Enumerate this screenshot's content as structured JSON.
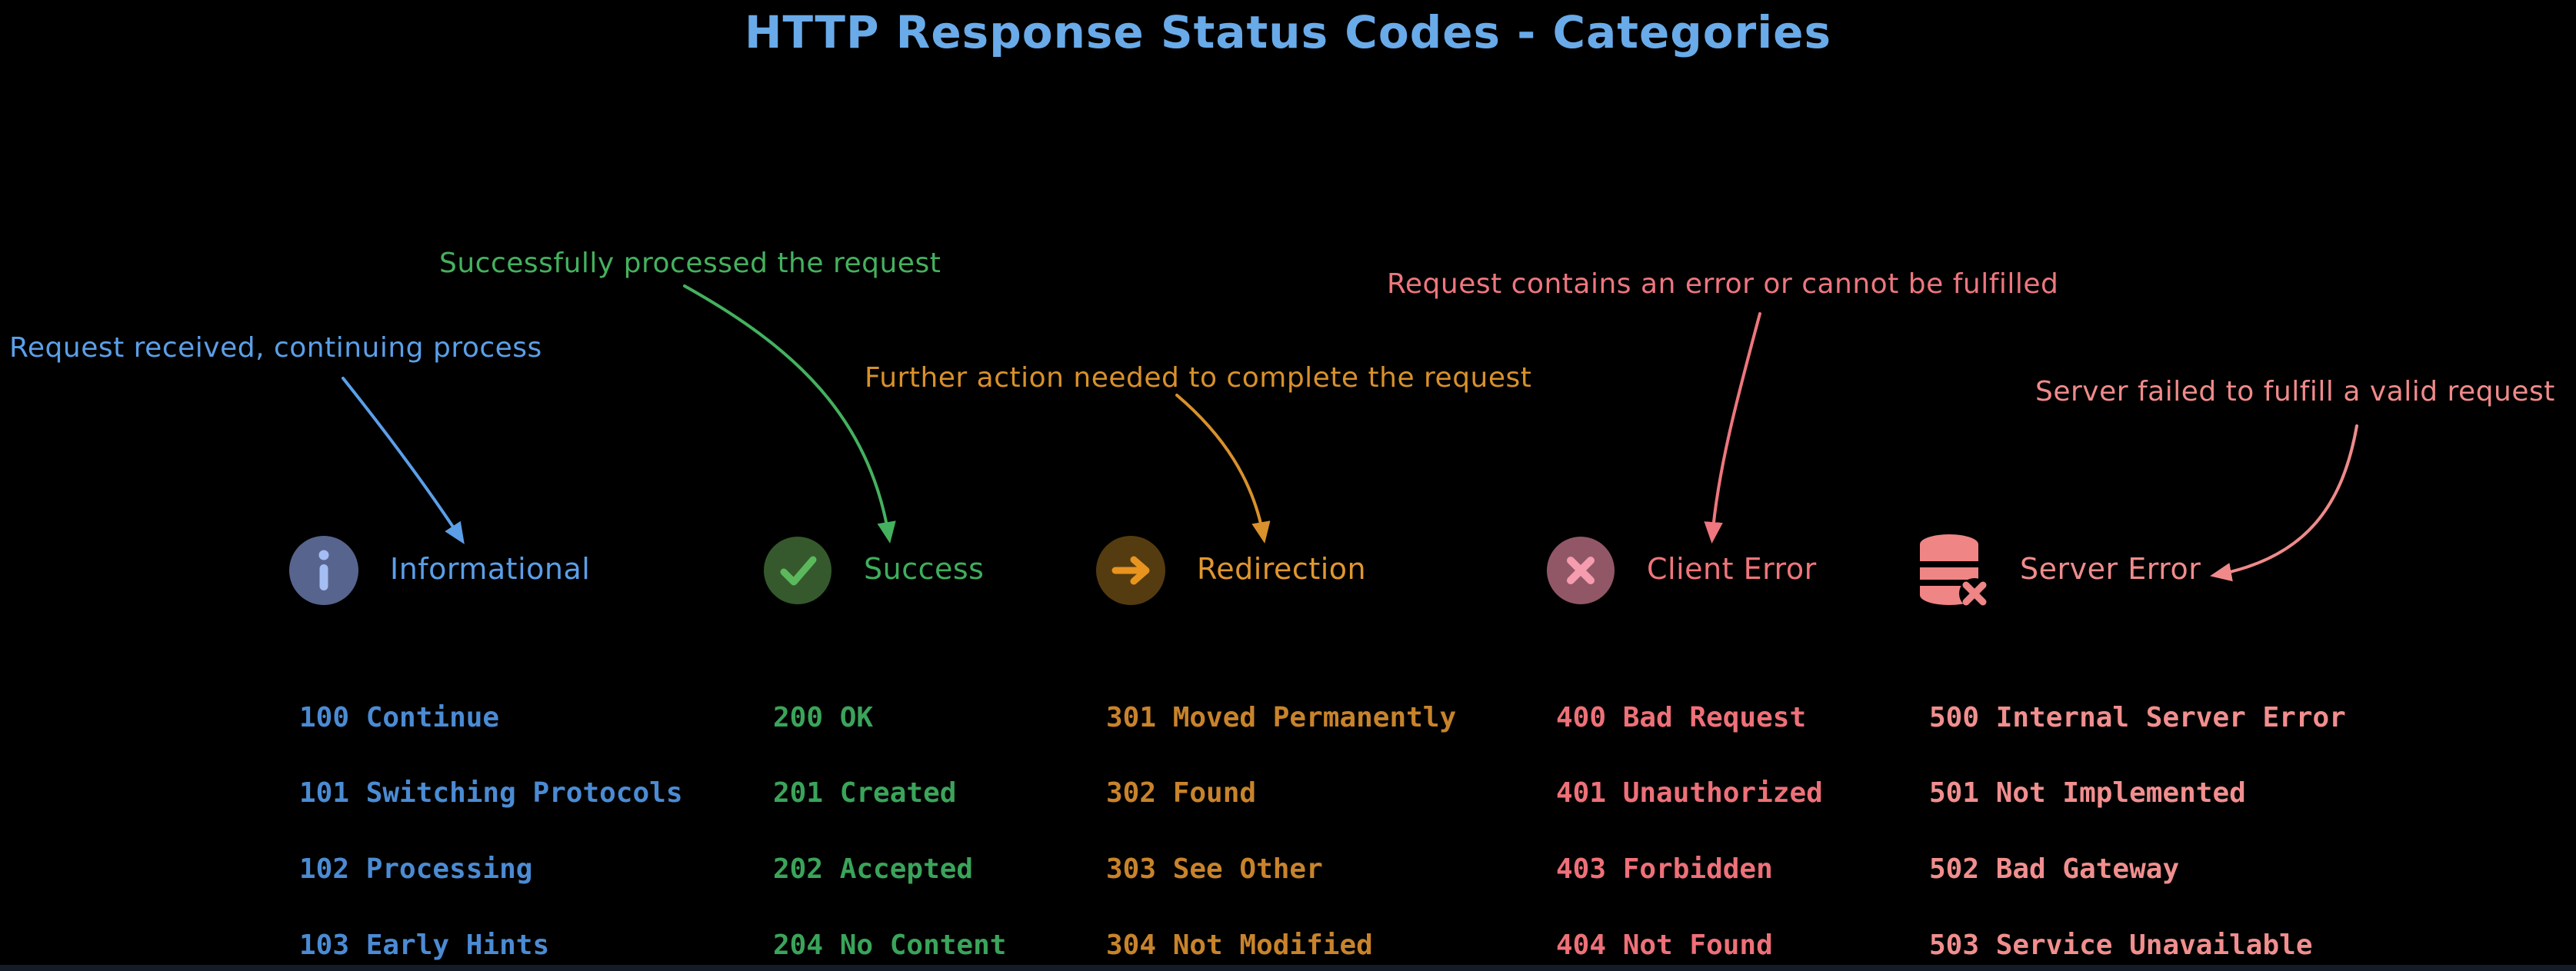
{
  "title": "HTTP Response Status Codes - Categories",
  "background": "#000000",
  "title_color": "#69aae9",
  "categories": [
    {
      "id": "informational",
      "label": "Informational",
      "annotation": "Request received, continuing process",
      "icon": "info-icon",
      "colors": {
        "annotation": "#5b9fe8",
        "label": "#5b9fe8",
        "codes": "#4b8bd4",
        "icon_bg": "#57648e",
        "icon_glyph": "#a4bdf2"
      },
      "codes": [
        {
          "code": "100",
          "label": "Continue"
        },
        {
          "code": "101",
          "label": "Switching Protocols"
        },
        {
          "code": "102",
          "label": "Processing"
        },
        {
          "code": "103",
          "label": "Early Hints"
        }
      ]
    },
    {
      "id": "success",
      "label": "Success",
      "annotation": "Successfully processed the request",
      "icon": "check-circle-icon",
      "colors": {
        "annotation": "#44b15e",
        "label": "#3fae5c",
        "codes": "#3aa45a",
        "icon_bg": "#35592c",
        "icon_glyph": "#5cb85c"
      },
      "codes": [
        {
          "code": "200",
          "label": "OK"
        },
        {
          "code": "201",
          "label": "Created"
        },
        {
          "code": "202",
          "label": "Accepted"
        },
        {
          "code": "204",
          "label": "No Content"
        }
      ]
    },
    {
      "id": "redirection",
      "label": "Redirection",
      "annotation": "Further action needed to complete the request",
      "icon": "arrow-right-circle-icon",
      "colors": {
        "annotation": "#d8912b",
        "label": "#e0972f",
        "codes": "#c8832b",
        "icon_bg": "#543c10",
        "icon_glyph": "#e8941f"
      },
      "codes": [
        {
          "code": "301",
          "label": "Moved Permanently"
        },
        {
          "code": "302",
          "label": "Found"
        },
        {
          "code": "303",
          "label": "See Other"
        },
        {
          "code": "304",
          "label": "Not Modified"
        }
      ]
    },
    {
      "id": "client-error",
      "label": "Client Error",
      "annotation": "Request contains an error or cannot be fulfilled",
      "icon": "x-circle-icon",
      "colors": {
        "annotation": "#ee767e",
        "label": "#f0757b",
        "codes": "#ee7078",
        "icon_bg": "#925767",
        "icon_glyph": "#f59cae"
      },
      "codes": [
        {
          "code": "400",
          "label": "Bad Request"
        },
        {
          "code": "401",
          "label": "Unauthorized"
        },
        {
          "code": "403",
          "label": "Forbidden"
        },
        {
          "code": "404",
          "label": "Not Found"
        }
      ]
    },
    {
      "id": "server-error",
      "label": "Server Error",
      "annotation": "Server failed to fulfill a valid request",
      "icon": "database-x-icon",
      "colors": {
        "annotation": "#f08a8a",
        "label": "#ef8c8c",
        "codes": "#f18e8e",
        "icon_glyph": "#ef8585"
      },
      "codes": [
        {
          "code": "500",
          "label": "Internal Server Error"
        },
        {
          "code": "501",
          "label": "Not Implemented"
        },
        {
          "code": "502",
          "label": "Bad Gateway"
        },
        {
          "code": "503",
          "label": "Service Unavailable"
        }
      ]
    }
  ]
}
